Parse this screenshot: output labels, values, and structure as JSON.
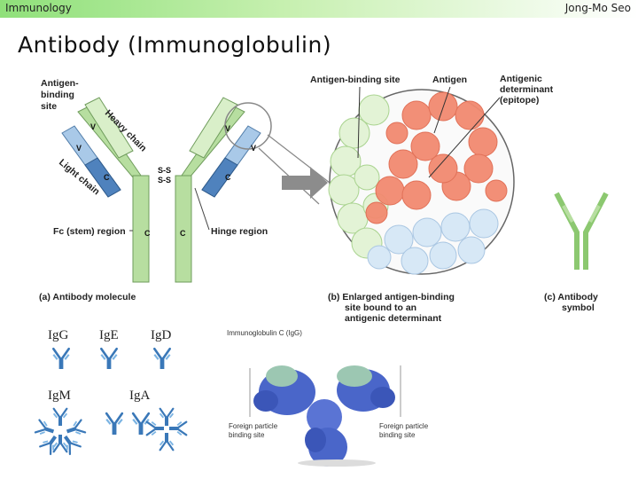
{
  "header": {
    "course": "Immunology",
    "author": "Jong-Mo Seo"
  },
  "slide": {
    "title": "Antibody (Immunoglobulin)"
  },
  "panel_a": {
    "antigen_binding_site": [
      "Antigen-",
      "binding",
      "site"
    ],
    "heavy_chain": "Heavy chain",
    "light_chain": "Light chain",
    "v": "V",
    "c": "C",
    "ss": "S-S",
    "fc_region": "Fc (stem) region",
    "hinge_region": "Hinge region",
    "caption": "(a) Antibody molecule"
  },
  "panel_b": {
    "antigen_binding_site": "Antigen-binding site",
    "antigen": "Antigen",
    "determinant": [
      "Antigenic",
      "determinant",
      "(epitope)"
    ],
    "caption": [
      "(b) Enlarged antigen-binding",
      "site bound to an",
      "antigenic determinant"
    ]
  },
  "panel_c": {
    "caption": [
      "(c) Antibody",
      "symbol"
    ]
  },
  "classes": {
    "igg": "IgG",
    "ige": "IgE",
    "igd": "IgD",
    "igm": "IgM",
    "iga": "IgA"
  },
  "structure": {
    "title": "Immunoglobulin C (IgG)",
    "left_site": [
      "Foreign particle",
      "binding site"
    ],
    "right_site": [
      "Foreign particle",
      "binding site"
    ]
  }
}
